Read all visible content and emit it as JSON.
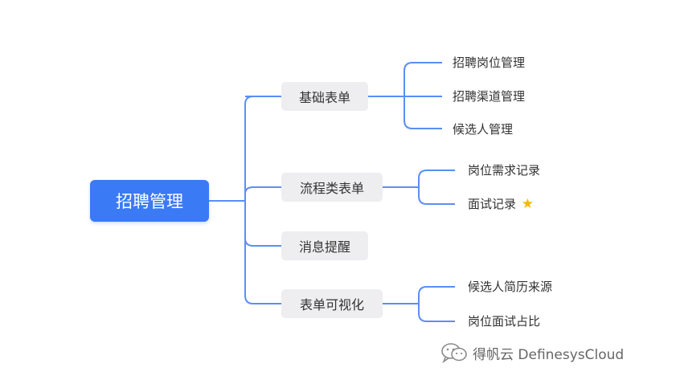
{
  "colors": {
    "root_bg": "#3b7af5",
    "line": "#5b8ef7",
    "branch_bg": "#eeeef0",
    "star": "#f5b800"
  },
  "root": {
    "label": "招聘管理"
  },
  "branches": [
    {
      "label": "基础表单",
      "children": [
        "招聘岗位管理",
        "招聘渠道管理",
        "候选人管理"
      ]
    },
    {
      "label": "流程类表单",
      "children": [
        "岗位需求记录",
        "面试记录"
      ]
    },
    {
      "label": "消息提醒",
      "children": []
    },
    {
      "label": "表单可视化",
      "children": [
        "候选人简历来源",
        "岗位面试占比"
      ]
    }
  ],
  "starred_item": {
    "label": "面试记录",
    "icon": "star-icon"
  },
  "watermark": {
    "text": "得帆云 DefinesysCloud",
    "icon": "wechat-icon"
  }
}
